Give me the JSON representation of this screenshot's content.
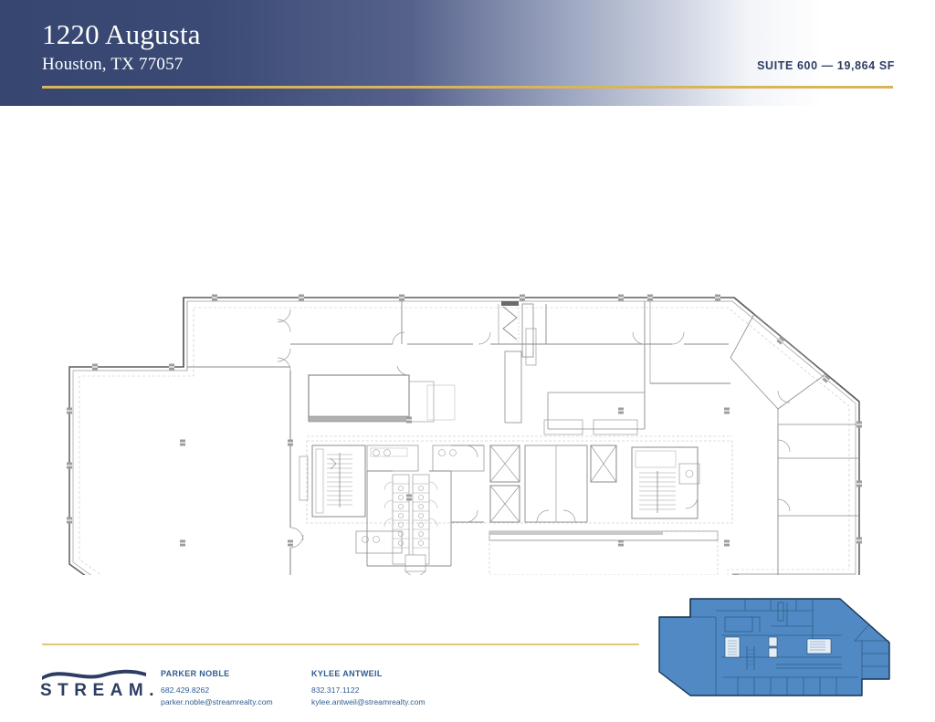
{
  "header": {
    "title": "1220 Augusta",
    "subtitle": "Houston, TX 77057",
    "suite_label": "SUITE 600 — 19,864 SF",
    "gradient_start": "#364670",
    "gradient_end": "#ffffff",
    "rule_color": "#d9b45a"
  },
  "floorplan": {
    "name": "suite-600-floor-plan",
    "description": "Suite 600 full-floor plan: large open area west, central building core with restrooms, two stairwells and elevator bank, perimeter private offices south and east, angled corner offices northeast",
    "line_color": "#6b6b6b",
    "fill_color": "#ffffff"
  },
  "footer": {
    "rule_color": "#e0c877",
    "logo": {
      "wordmark": "STREAM.",
      "color": "#2e3d63"
    },
    "contacts": [
      {
        "name": "PARKER NOBLE",
        "phone": "682.429.8262",
        "email": "parker.noble@streamrealty.com"
      },
      {
        "name": "KYLEE ANTWEIL",
        "phone": "832.317.1122",
        "email": "kylee.antweil@streamrealty.com"
      }
    ],
    "contact_color": "#2f5d91"
  },
  "keyplan": {
    "name": "building-key-plan",
    "fill_color": "#5089c4",
    "stroke_color": "#14334f",
    "description": "Blue-filled thumbnail key plan of the full floor plate showing suite location"
  }
}
